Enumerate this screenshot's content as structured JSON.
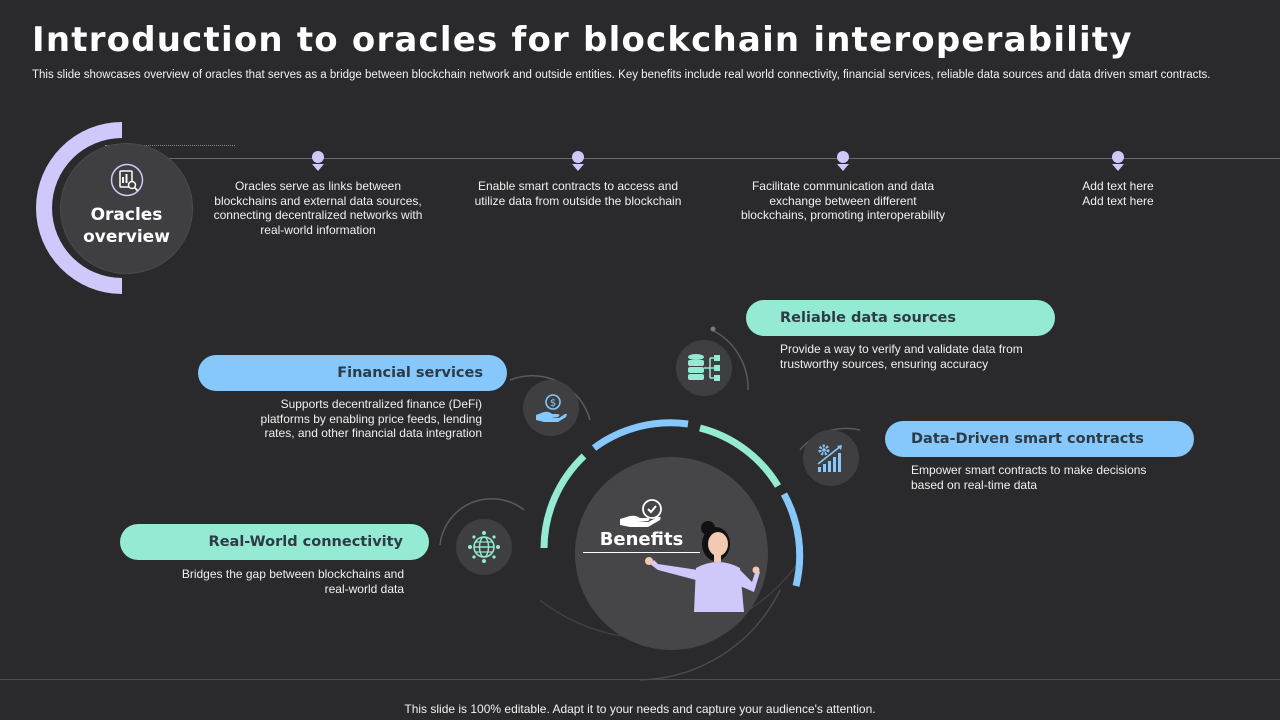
{
  "title": "Introduction to oracles for blockchain interoperability",
  "subtitle": "This slide showcases overview of oracles that serves as a bridge between blockchain network and outside entities. Key benefits include real world connectivity, financial services, reliable data sources and data driven smart contracts.",
  "overview": {
    "title_line1": "Oracles",
    "title_line2": "overview",
    "icon": "document-search-icon",
    "points": [
      {
        "text": "Oracles serve as links between blockchains and external data sources, connecting decentralized networks with real-world information"
      },
      {
        "text": "Enable smart contracts to access and utilize data from outside the blockchain"
      },
      {
        "text": "Facilitate communication and data exchange between different blockchains, promoting interoperability"
      },
      {
        "text": "Add text here\nAdd text here"
      }
    ]
  },
  "benefits": {
    "center_label": "Benefits",
    "items": [
      {
        "title": "Financial services",
        "desc": "Supports decentralized finance (DeFi) platforms by enabling price feeds, lending rates, and other financial data integration",
        "icon": "hand-coin-icon",
        "color": "blue"
      },
      {
        "title": "Reliable data sources",
        "desc": "Provide a way to verify and validate data from trustworthy sources, ensuring accuracy",
        "icon": "database-network-icon",
        "color": "green"
      },
      {
        "title": "Data-Driven smart contracts",
        "desc": "Empower smart contracts to make decisions based on real-time data",
        "icon": "gear-growth-chart-icon",
        "color": "blue"
      },
      {
        "title": "Real-World connectivity",
        "desc": "Bridges the gap between blockchains and real-world data",
        "icon": "globe-network-icon",
        "color": "green"
      }
    ]
  },
  "colors": {
    "background": "#2a2a2c",
    "accent_green": "#94ead3",
    "accent_blue": "#86c8fb",
    "accent_lavender": "#cfc8fb"
  },
  "footer": "This slide is 100% editable. Adapt it to your needs and capture your audience's attention."
}
